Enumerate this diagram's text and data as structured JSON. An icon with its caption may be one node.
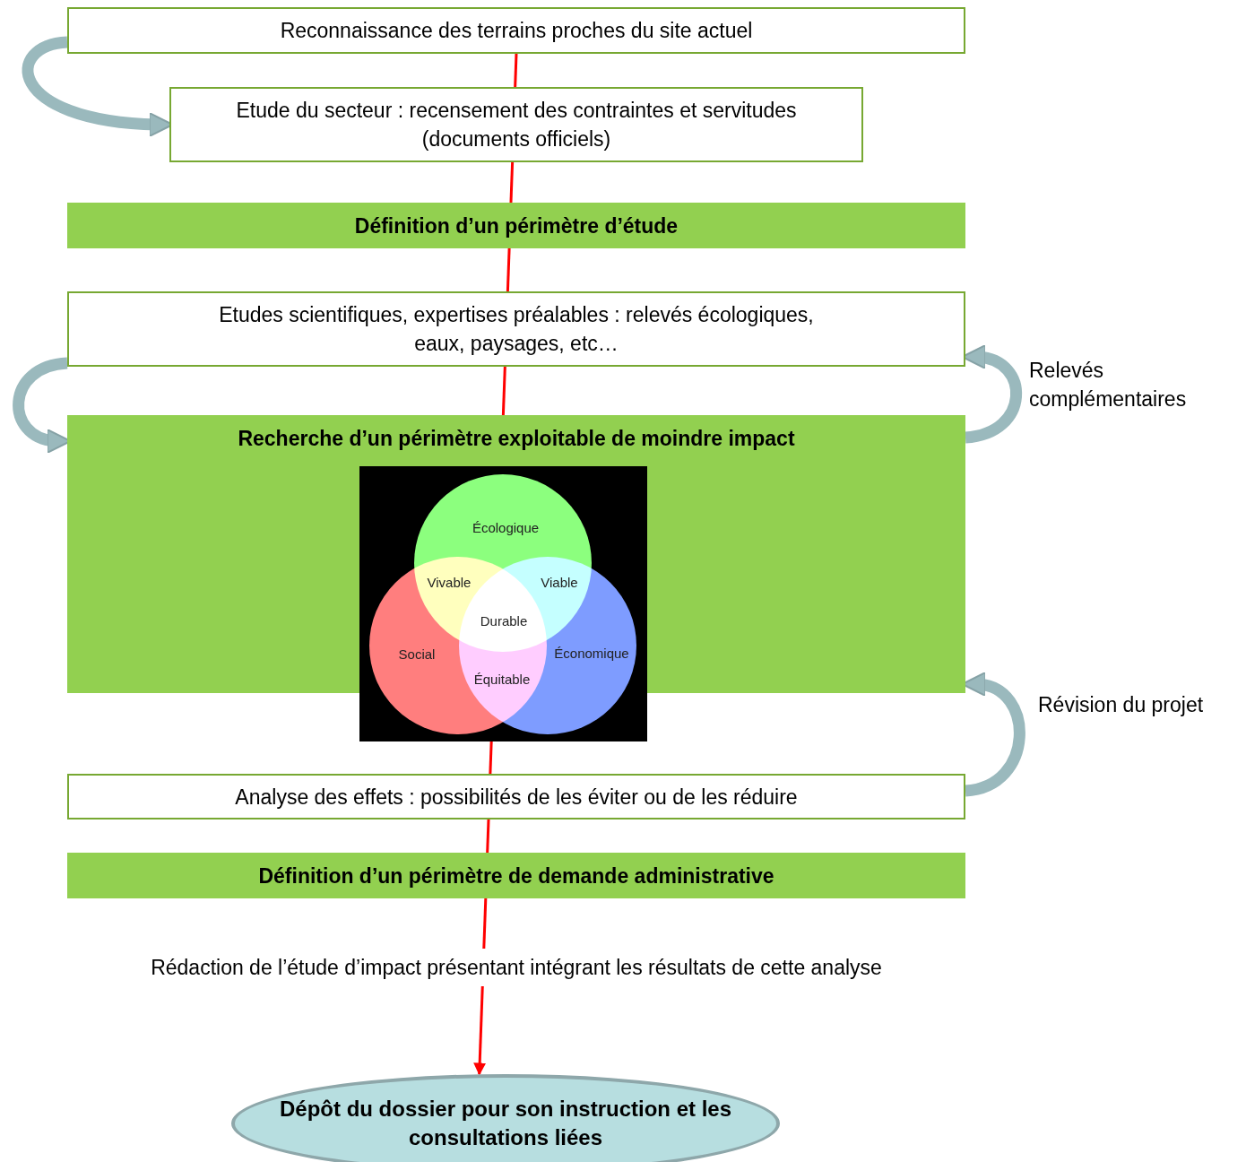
{
  "diagram": {
    "nodes": [
      {
        "text": [
          "Reconnaissance des terrains proches du site actuel"
        ]
      },
      {
        "text": [
          "Etude du secteur : recensement des contraintes et servitudes (documents officiels)"
        ]
      },
      {
        "text": [
          "Définition d’un périmètre d’étude"
        ]
      },
      {
        "text": [
          "Etudes scientifiques, expertises préalables : relevés écologiques, eaux, paysages, etc…"
        ]
      },
      {
        "text": [
          "Recherche d’un périmètre exploitable de moindre impact"
        ]
      },
      {
        "text": [
          "Analyse des effets  : possibilités de les éviter ou de les réduire"
        ]
      },
      {
        "text": [
          "Définition d’un périmètre de demande administrative"
        ]
      },
      {
        "text": [
          "Rédaction de l’étude d’impact présentant intégrant les résultats de cette analyse"
        ]
      },
      {
        "text": [
          "Dépôt du dossier pour son instruction et les consultations liées"
        ]
      }
    ],
    "edges": [
      {
        "from": 0,
        "to": 1,
        "arrow": "none"
      },
      {
        "from": 1,
        "to": 2,
        "arrow": "none"
      },
      {
        "from": 2,
        "to": 3,
        "arrow": "none"
      },
      {
        "from": 3,
        "to": 4,
        "arrow": "none"
      },
      {
        "from": 4,
        "to": 5,
        "arrow": "none"
      },
      {
        "from": 5,
        "to": 6,
        "arrow": "none"
      },
      {
        "from": 6,
        "to": 7,
        "arrow": "none"
      },
      {
        "from": 7,
        "to": 8,
        "arrow": "to"
      },
      {
        "from": 0,
        "to": 1,
        "arrow": "to",
        "style": "thick",
        "color": "#9ab9bd"
      },
      {
        "from": 3,
        "to": 4,
        "arrow": "to",
        "style": "thick",
        "color": "#9ab9bd"
      },
      {
        "from": 4,
        "to": 3,
        "arrow": "to",
        "style": "thick",
        "color": "#9ab9bd",
        "label": "Relevés complémentaires"
      },
      {
        "from": 5,
        "to": 4,
        "arrow": "to",
        "style": "thick",
        "color": "#9ab9bd",
        "label": "Révision du projet"
      }
    ],
    "labels": [
      "Écologique",
      "Vivable",
      "Viable",
      "Durable",
      "Social",
      "Économique",
      "Équitable"
    ]
  }
}
